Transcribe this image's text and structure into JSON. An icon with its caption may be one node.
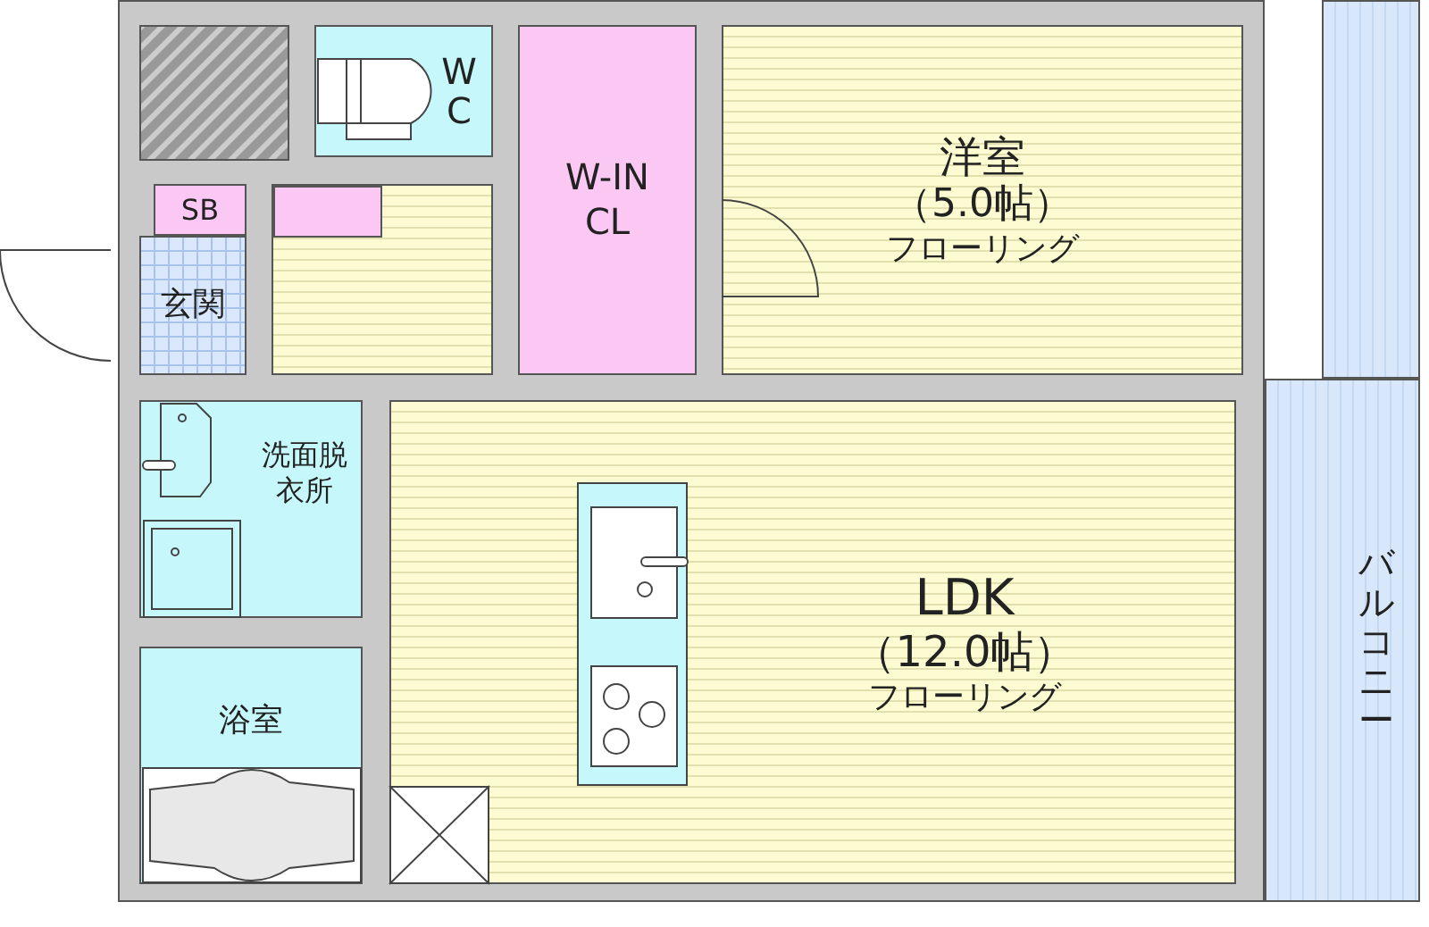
{
  "diagram": {
    "nodes": [
      {
        "text": [
          "W C"
        ]
      },
      {
        "text": [
          "W-IN CL"
        ]
      },
      {
        "text": [
          "洋室",
          "（5.0帖）",
          "フローリング"
        ]
      },
      {
        "text": [
          "SB"
        ]
      },
      {
        "text": [
          "玄関"
        ]
      },
      {
        "text": [
          "洗面脱衣所"
        ]
      },
      {
        "text": [
          "浴室"
        ]
      },
      {
        "text": [
          "LDK",
          "（12.0帖）",
          "フローリング"
        ]
      },
      {
        "text": [
          "バルコニー"
        ]
      },
      {
        "text": [],
        "shape": "box"
      },
      {
        "text": [],
        "shape": "box",
        "in": 9
      }
    ]
  }
}
